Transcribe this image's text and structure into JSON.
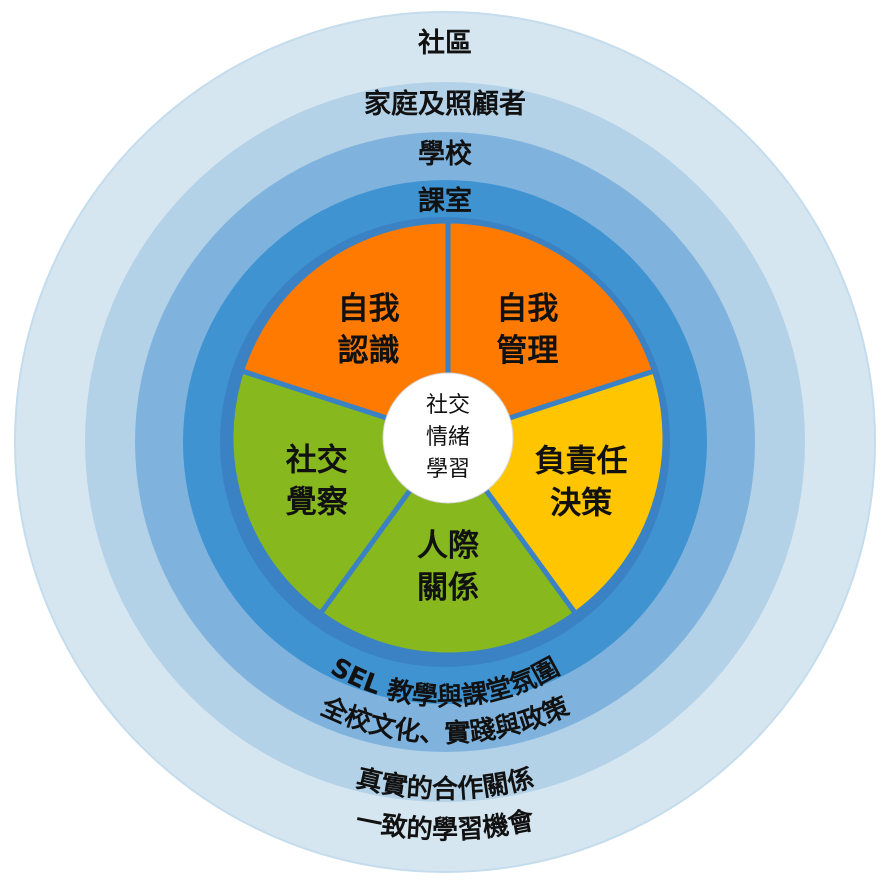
{
  "rings": {
    "community": {
      "label": "社區",
      "color": "#d5e6f1"
    },
    "family": {
      "label": "家庭及照顧者",
      "color": "#b3d1e7"
    },
    "school": {
      "label": "學校",
      "color": "#7fb3dd"
    },
    "classroom": {
      "label": "課室",
      "color": "#4093d1"
    }
  },
  "core_ring_color": "#3b82c4",
  "center": {
    "lines": [
      "社交",
      "情緒",
      "學習"
    ],
    "color": "#ffffff"
  },
  "segments": [
    {
      "key": "self-awareness",
      "lines": [
        "自我",
        "認識"
      ],
      "color": "#ff7a00"
    },
    {
      "key": "self-management",
      "lines": [
        "自我",
        "管理"
      ],
      "color": "#ff7a00"
    },
    {
      "key": "responsible-decision-making",
      "lines": [
        "負責任",
        "決策"
      ],
      "color": "#ffc600"
    },
    {
      "key": "relationship-skills",
      "lines": [
        "人際",
        "關係"
      ],
      "color": "#87b81e"
    },
    {
      "key": "social-awareness",
      "lines": [
        "社交",
        "覺察"
      ],
      "color": "#87b81e"
    }
  ],
  "arc_labels": {
    "sel_instruction": "SEL 教學與課堂氛圍",
    "schoolwide": "全校文化、實踐與政策",
    "partnerships": "真實的合作關係",
    "opportunities": "一致的學習機會"
  }
}
